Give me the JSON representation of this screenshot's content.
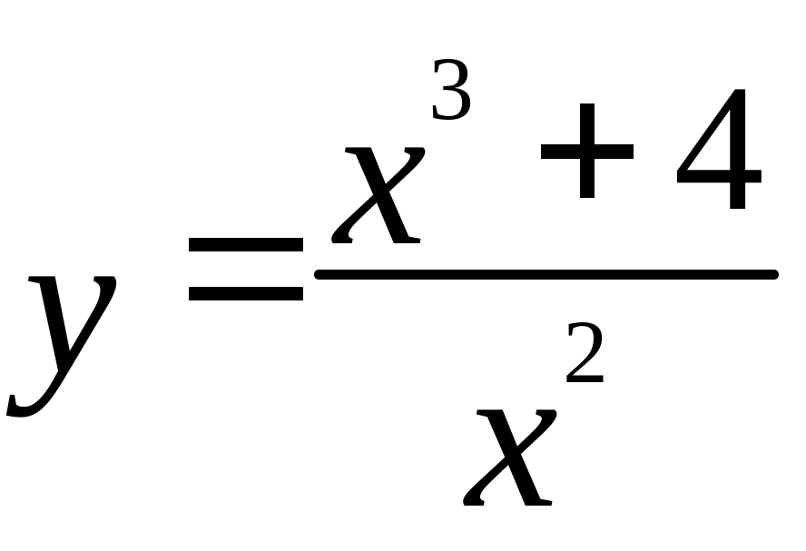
{
  "formula": {
    "lhs": "y",
    "numerator": {
      "base": "x",
      "exponent": "3",
      "constant": "4"
    },
    "denominator": {
      "base": "x",
      "exponent": "2"
    }
  }
}
